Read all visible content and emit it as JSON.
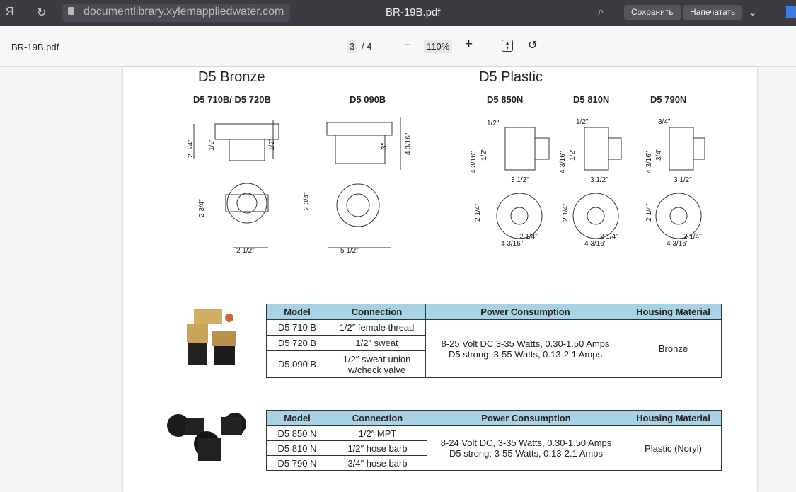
{
  "browser": {
    "url": "documentlibrary.xylemappliedwater.com",
    "title": "BR-19B.pdf",
    "save": "Сохранить",
    "print": "Напечатать"
  },
  "viewer": {
    "filename": "BR-19B.pdf",
    "page": "3",
    "total": "/ 4",
    "zoom": "110%",
    "minus": "−",
    "plus": "+"
  },
  "doc": {
    "bronze_title": "D5 Bronze",
    "plastic_title": "D5 Plastic",
    "models": [
      "D5 710B/ D5 720B",
      "D5 090B",
      "D5 850N",
      "D5 810N",
      "D5 790N"
    ],
    "dims_710": [
      "2 3/4\"",
      "1/2\"",
      "1/2\"",
      "2 3/4\"",
      "2 1/2\""
    ],
    "dims_090": [
      "3\"",
      "4 3/16\"",
      "2 3/4\"",
      "5 1/2\""
    ],
    "dims_850": [
      "1/2\"",
      "4 3/16\"",
      "1/2\"",
      "3 1/2\"",
      "2 1/4\"",
      "2 1/4\"",
      "4 3/16\""
    ],
    "dims_810": [
      "1/2\"",
      "4 3/16\"",
      "1/2\"",
      "3 1/2\"",
      "2 1/4\"",
      "2 1/4\"",
      "4 3/16\""
    ],
    "dims_790": [
      "3/4\"",
      "4 3/16\"",
      "3/4\"",
      "3 1/2\"",
      "2 1/4\"",
      "2 1/4\"",
      "4 3/16\""
    ],
    "headers": [
      "Model",
      "Connection",
      "Power Consumption",
      "Housing Material"
    ],
    "bronze_table": {
      "rows": [
        [
          "D5 710 B",
          "1/2″ female thread"
        ],
        [
          "D5 720 B",
          "1/2″ sweat"
        ],
        [
          "D5 090 B",
          "1/2″ sweat union w/check valve"
        ]
      ],
      "power": [
        "8-25 Volt DC 3-35 Watts, 0.30-1.50 Amps",
        "D5 strong: 3-55 Watts, 0.13-2.1 Amps"
      ],
      "material": "Bronze"
    },
    "plastic_table": {
      "rows": [
        [
          "D5 850 N",
          "1/2″ MPT"
        ],
        [
          "D5 810 N",
          "1/2″ hose barb"
        ],
        [
          "D5 790 N",
          "3/4″ hose barb"
        ]
      ],
      "power": [
        "8-24 Volt DC, 3-35 Watts, 0.30-1.50 Amps",
        "D5 strong: 3-55 Watts, 0.13-2.1 Amps"
      ],
      "material": "Plastic (Noryl)"
    }
  }
}
